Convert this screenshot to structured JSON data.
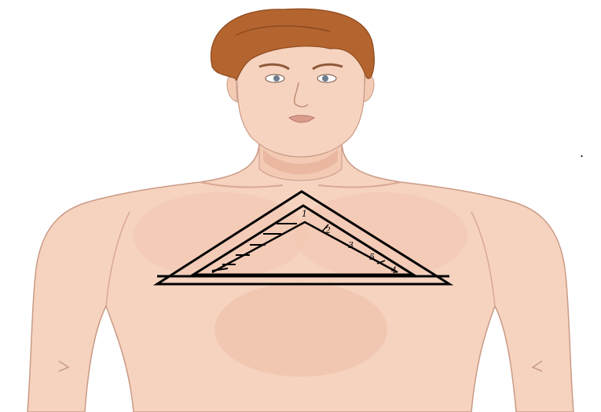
{
  "figure": {
    "subject": "male-torso-illustration",
    "overlay": "nested-triangles-with-ladder-marks",
    "colors": {
      "background": "#ffffff",
      "skin": "#f6d3bf",
      "skin_shadow": "#efc2ab",
      "skin_outline": "#c99a86",
      "hair": "#b4652f",
      "hair_dark": "#8f4a1f",
      "line": "#000000"
    }
  },
  "marks": {
    "tick_labels": [
      "1",
      "2",
      "3",
      "5",
      "4"
    ],
    "dot": "."
  }
}
